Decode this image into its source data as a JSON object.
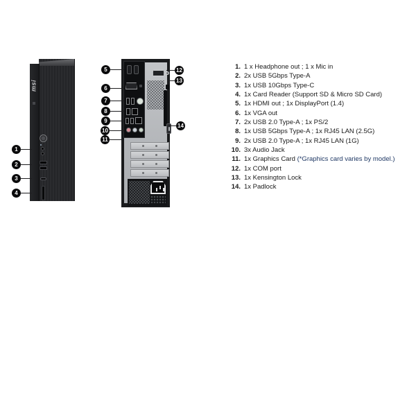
{
  "brand": {
    "logo_text": "msi"
  },
  "colors": {
    "background": "#ffffff",
    "badge": "#0b0b0c",
    "note_text": "#1f3864",
    "rear_silver": "#b4b7bb",
    "tower_dark": "#242528"
  },
  "callouts": {
    "front": [
      {
        "number": "1"
      },
      {
        "number": "2"
      },
      {
        "number": "3"
      },
      {
        "number": "4"
      }
    ],
    "rear_left": [
      {
        "number": "5"
      },
      {
        "number": "6"
      },
      {
        "number": "7"
      },
      {
        "number": "8"
      },
      {
        "number": "9"
      },
      {
        "number": "10"
      },
      {
        "number": "11"
      }
    ],
    "rear_right": [
      {
        "number": "12"
      },
      {
        "number": "13"
      },
      {
        "number": "14"
      }
    ]
  },
  "legend": {
    "items": [
      {
        "number": "1.",
        "text": "1 x Headphone out ; 1 x Mic in"
      },
      {
        "number": "2.",
        "text": "2x USB 5Gbps Type-A"
      },
      {
        "number": "3.",
        "text": "1x USB 10Gbps Type-C"
      },
      {
        "number": "4.",
        "text": "1x Card Reader (Support SD & Micro SD Card)"
      },
      {
        "number": "5.",
        "text": "1x HDMI out ; 1x DisplayPort (1.4)"
      },
      {
        "number": "6.",
        "text": "1x VGA out"
      },
      {
        "number": "7.",
        "text": "2x USB 2.0 Type-A ; 1x PS/2"
      },
      {
        "number": "8.",
        "text": "1x USB 5Gbps Type-A ; 1x RJ45 LAN (2.5G)"
      },
      {
        "number": "9.",
        "text": "2x USB 2.0 Type-A ; 1x RJ45 LAN (1G)"
      },
      {
        "number": "10.",
        "text": "3x Audio Jack"
      },
      {
        "number": "11.",
        "text": "1x Graphics Card ",
        "note": "(*Graphics card varies by model.)"
      },
      {
        "number": "12.",
        "text": "1x COM port"
      },
      {
        "number": "13.",
        "text": "1x Kensington Lock"
      },
      {
        "number": "14.",
        "text": "1x Padlock"
      }
    ]
  }
}
